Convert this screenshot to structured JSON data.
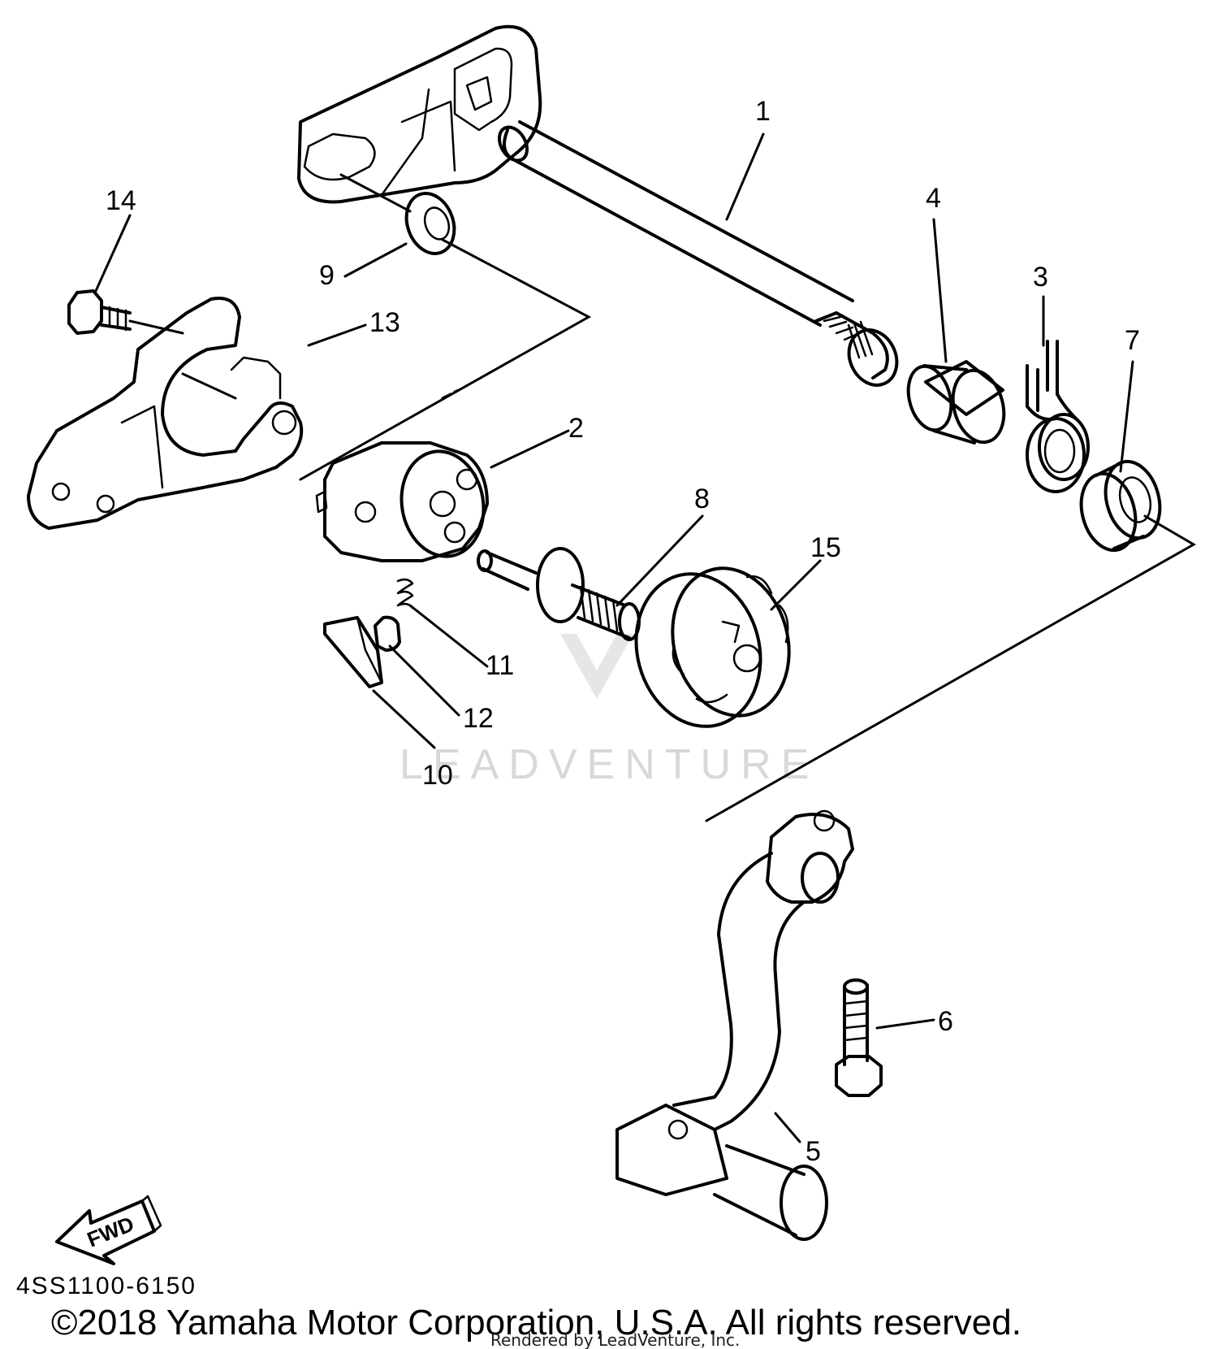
{
  "diagram": {
    "callouts": [
      {
        "id": "1",
        "label": "1"
      },
      {
        "id": "2",
        "label": "2"
      },
      {
        "id": "3",
        "label": "3"
      },
      {
        "id": "4",
        "label": "4"
      },
      {
        "id": "5",
        "label": "5"
      },
      {
        "id": "6",
        "label": "6"
      },
      {
        "id": "7",
        "label": "7"
      },
      {
        "id": "8",
        "label": "8"
      },
      {
        "id": "9",
        "label": "9"
      },
      {
        "id": "10",
        "label": "10"
      },
      {
        "id": "11",
        "label": "11"
      },
      {
        "id": "12",
        "label": "12"
      },
      {
        "id": "13",
        "label": "13"
      },
      {
        "id": "14",
        "label": "14"
      },
      {
        "id": "15",
        "label": "15"
      }
    ],
    "fwd_label": "FWD",
    "drawing_code": "4SS1100-6150",
    "watermark": "LEADVENTURE"
  },
  "footer": {
    "copyright": "©2018 Yamaha Motor Corporation, U.S.A. All rights reserved.",
    "rendered_by": "Rendered by LeadVenture, Inc."
  }
}
